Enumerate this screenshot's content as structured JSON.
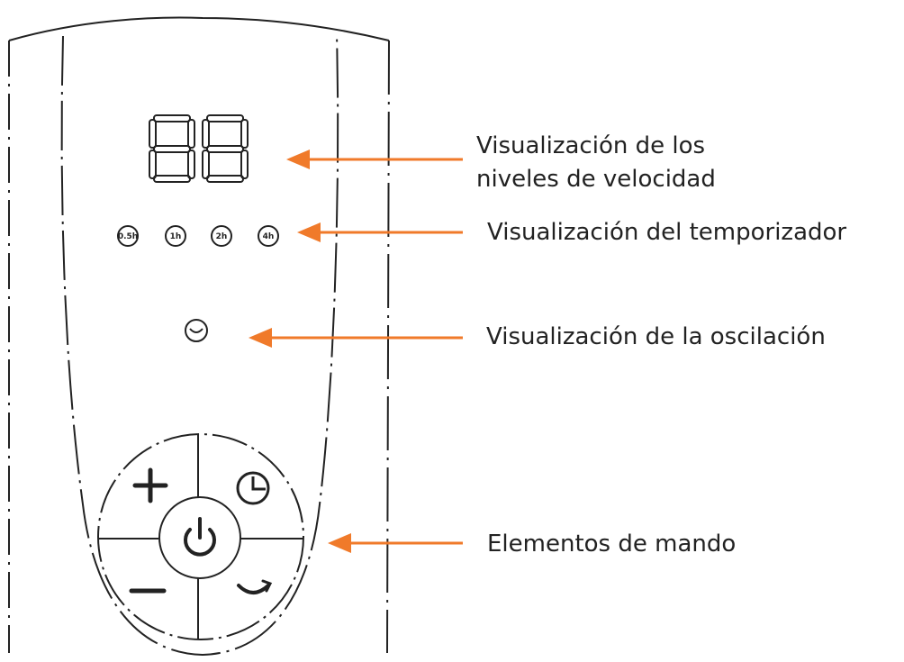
{
  "display": {
    "speed_digits": "88",
    "timer_indicators": [
      "0.5h",
      "1h",
      "2h",
      "4h"
    ]
  },
  "callouts": {
    "speed_line1": "Visualización de los",
    "speed_line2": "niveles de velocidad",
    "timer": "Visualización del temporizador",
    "oscillation": "Visualización de la oscilación",
    "controls": "Elementos de mando"
  },
  "buttons": {
    "plus": "+",
    "minus": "−"
  },
  "icons": {
    "power": "power-icon",
    "timer": "clock-icon",
    "oscillation": "oscillation-icon"
  },
  "colors": {
    "arrow": "#f07a2a",
    "line": "#222222"
  }
}
